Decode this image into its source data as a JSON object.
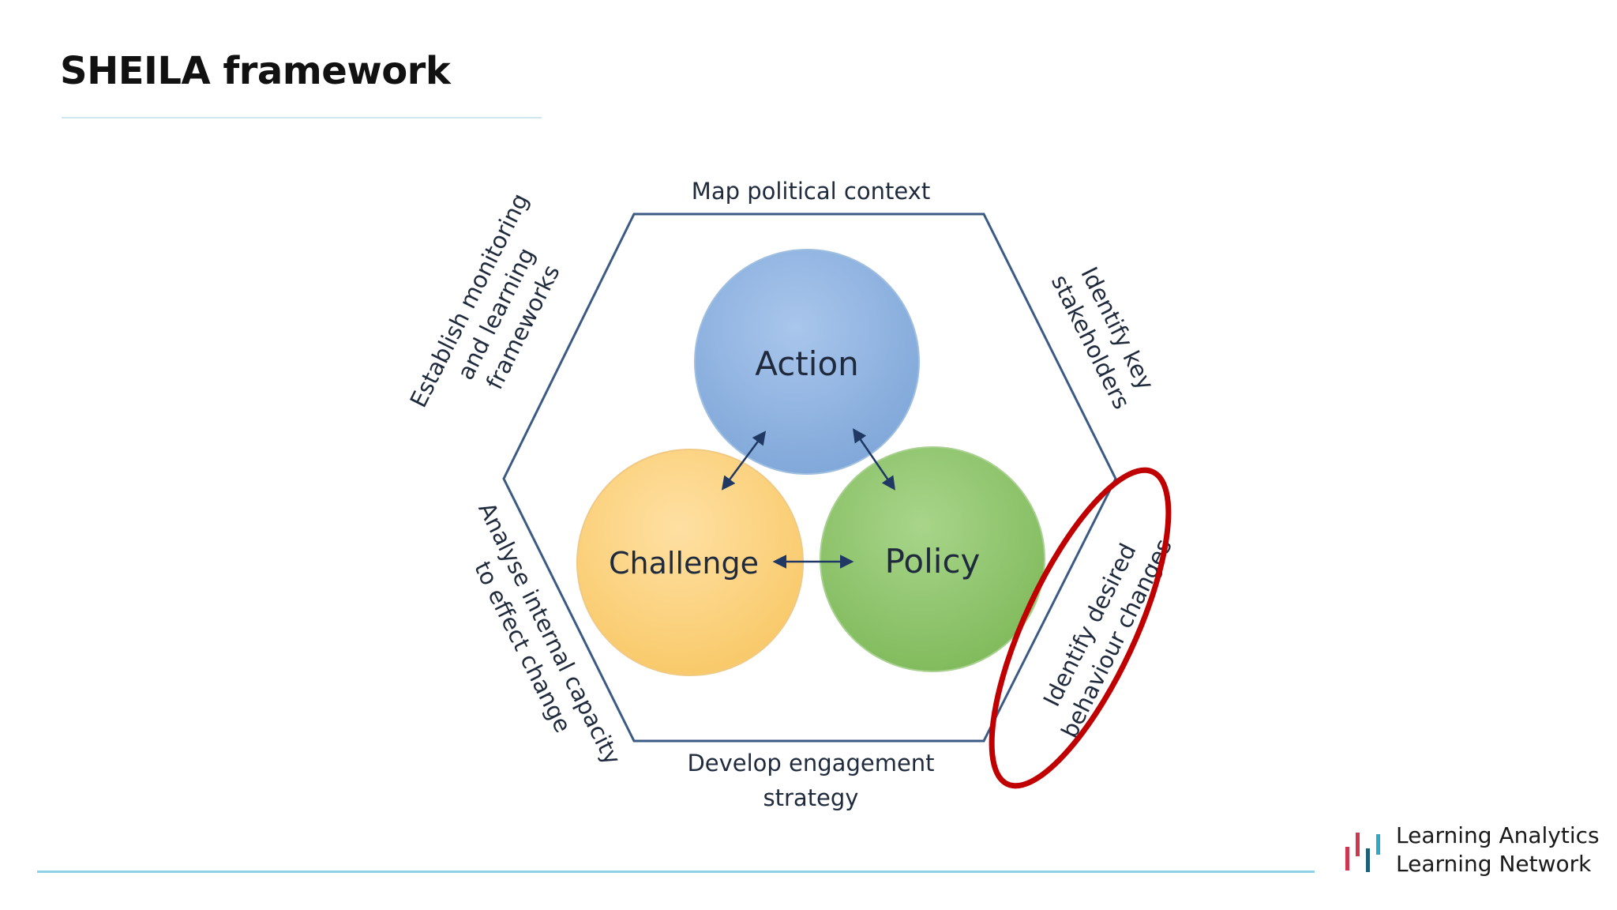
{
  "title": "SHEILA framework",
  "diagram": {
    "circles": {
      "action": {
        "label": "Action",
        "fill": "#8eb4e3",
        "stroke": "#9fbfe0"
      },
      "challenge": {
        "label": "Challenge",
        "fill": "#ffd27f",
        "stroke": "#f0c985"
      },
      "policy": {
        "label": "Policy",
        "fill": "#8fc36b",
        "stroke": "#a8d08f"
      }
    },
    "sides": {
      "top": "Map political context",
      "upper_right_1": "Identify key",
      "upper_right_2": "stakeholders",
      "lower_right_1": "Identify desired",
      "lower_right_2": "behaviour changes",
      "bottom_1": "Develop engagement",
      "bottom_2": "strategy",
      "lower_left_1": "Analyse internal capacity",
      "lower_left_2": "to effect change",
      "upper_left_1": "Establish monitoring",
      "upper_left_2": "and learning",
      "upper_left_3": "frameworks"
    },
    "hexagon_color": "#3b5a84",
    "arrow_color": "#1f3864",
    "highlight_color": "#c00000"
  },
  "brand": {
    "line1": "Learning Analytics",
    "line2": "Learning Network",
    "colors": [
      "#d0364f",
      "#d0364f",
      "#1e5f7a",
      "#2fa9c6"
    ]
  }
}
